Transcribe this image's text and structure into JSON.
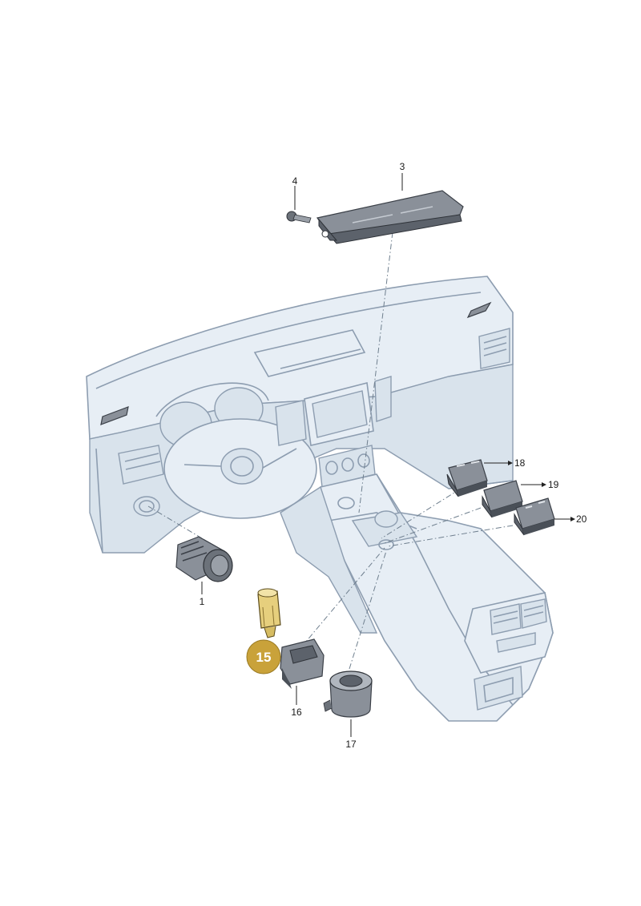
{
  "callouts": {
    "c1": "1",
    "c3": "3",
    "c4": "4",
    "c15": "15",
    "c16": "16",
    "c17": "17",
    "c18": "18",
    "c19": "19",
    "c20": "20"
  },
  "colors": {
    "highlight_badge": "#c9a23a",
    "highlight_part": "#e6cf7d",
    "dashboard_line": "#8d9db0",
    "dashboard_fill": "#e7eef5"
  }
}
